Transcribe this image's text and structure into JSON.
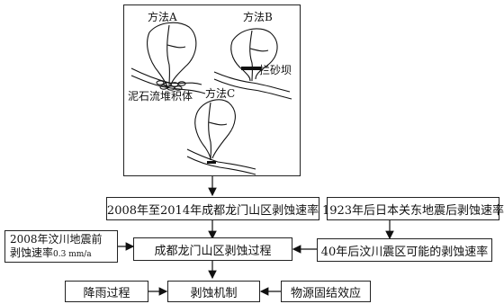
{
  "methods_panel": {
    "method_a": "方法A",
    "method_b": "方法B",
    "method_c": "方法C",
    "debris_label": "泥石流堆积体",
    "dam_label": "拦砂坝"
  },
  "boxes": {
    "rate_2008_2014": "2008年至2014年成都龙门山区剥蚀速率",
    "kanto_1923": "1923年后日本关东地震后剥蚀速率",
    "wenchuan_before_line1": "2008年汶川地震前",
    "wenchuan_before_line2": "剥蚀速率",
    "wenchuan_before_value": "0.3 mm/a",
    "process": "成都龙门山区剥蚀过程",
    "after_40": "40年后汶川震区可能的剥蚀速率",
    "rainfall": "降雨过程",
    "mechanism": "剥蚀机制",
    "consolidation": "物源固结效应"
  }
}
